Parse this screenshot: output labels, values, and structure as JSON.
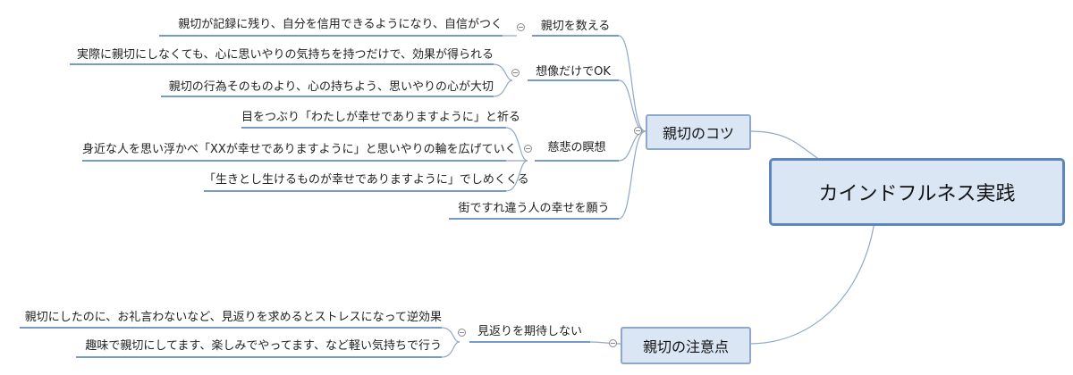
{
  "central": {
    "label": "カインドフルネス実践"
  },
  "branch_tips": {
    "label": "親切のコツ",
    "kazoeru": {
      "label": "親切を数える",
      "children": [
        "親切が記録に残り、自分を信用できるようになり、自信がつく"
      ]
    },
    "souzou": {
      "label": "想像だけでOK",
      "children": [
        "実際に親切にしなくても、心に思いやりの気持ちを持つだけで、効果が得られる",
        "親切の行為そのものより、心の持ちよう、思いやりの心が大切"
      ]
    },
    "jihi": {
      "label": "慈悲の瞑想",
      "children": [
        "目をつぶり「わたしが幸せでありますように」と祈る",
        "身近な人を思い浮かべ「XXが幸せでありますように」と思いやりの輪を広げていく",
        "「生きとし生けるものが幸せでありますように」でしめくくる"
      ]
    },
    "machi": {
      "label": "街ですれ違う人の幸せを願う"
    }
  },
  "branch_caution": {
    "label": "親切の注意点",
    "mikaeri": {
      "label": "見返りを期待しない",
      "children": [
        "親切にしたのに、お礼言わないなど、見返りを求めるとストレスになって逆効果",
        "趣味で親切にしてます、楽しみでやってます、など軽い気持ちで行う"
      ]
    }
  },
  "colors": {
    "underline": "#4a79b5",
    "connector": "#8fa8c8",
    "box_fill": "#dbe6f4",
    "main_border": "#5c86bf"
  }
}
